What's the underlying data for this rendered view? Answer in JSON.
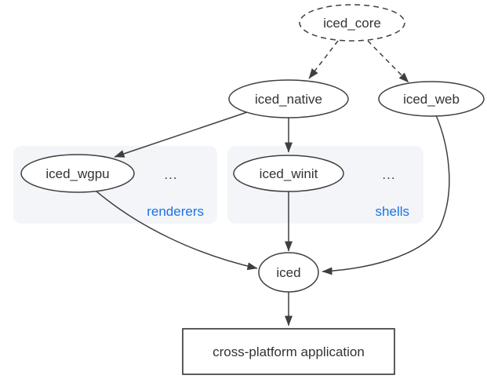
{
  "diagram": {
    "nodes": [
      {
        "id": "iced_core",
        "label": "iced_core",
        "shape": "ellipse",
        "border": "dashed"
      },
      {
        "id": "iced_native",
        "label": "iced_native",
        "shape": "ellipse",
        "border": "solid"
      },
      {
        "id": "iced_web",
        "label": "iced_web",
        "shape": "ellipse",
        "border": "solid"
      },
      {
        "id": "iced_wgpu",
        "label": "iced_wgpu",
        "shape": "ellipse",
        "border": "solid"
      },
      {
        "id": "iced_winit",
        "label": "iced_winit",
        "shape": "ellipse",
        "border": "solid"
      },
      {
        "id": "iced",
        "label": "iced",
        "shape": "ellipse",
        "border": "solid"
      },
      {
        "id": "app",
        "label": "cross-platform application",
        "shape": "rect",
        "border": "solid"
      }
    ],
    "groups": [
      {
        "id": "renderers",
        "label": "renderers",
        "ellipsis": "..."
      },
      {
        "id": "shells",
        "label": "shells",
        "ellipsis": "..."
      }
    ],
    "edges": [
      {
        "from": "iced_core",
        "to": "iced_native",
        "style": "dashed"
      },
      {
        "from": "iced_core",
        "to": "iced_web",
        "style": "dashed"
      },
      {
        "from": "iced_native",
        "to": "iced_wgpu",
        "style": "solid"
      },
      {
        "from": "iced_native",
        "to": "iced_winit",
        "style": "solid"
      },
      {
        "from": "iced_winit",
        "to": "iced",
        "style": "solid"
      },
      {
        "from": "iced_wgpu",
        "to": "iced",
        "style": "solid"
      },
      {
        "from": "iced_web",
        "to": "iced",
        "style": "solid"
      },
      {
        "from": "iced",
        "to": "app",
        "style": "solid"
      }
    ],
    "colors": {
      "stroke": "#3f3f3f",
      "text": "#333333",
      "group_fill": "#f3f5f8",
      "group_label": "#1a73e8",
      "background": "#ffffff"
    }
  }
}
